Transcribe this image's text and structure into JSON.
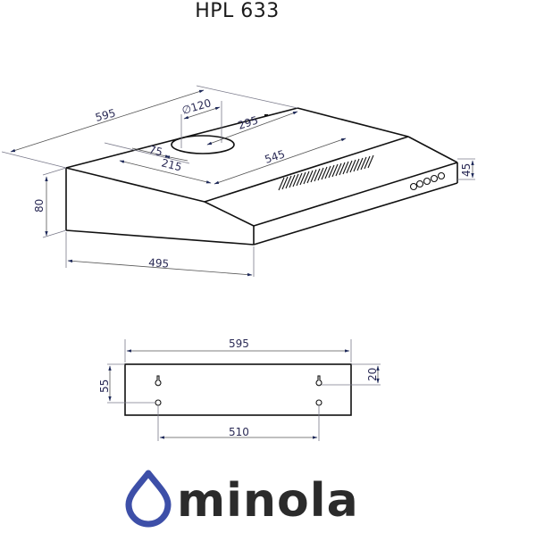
{
  "title": "HPL 633",
  "colors": {
    "outline": "#111111",
    "dimension_line": "#7a7a8a",
    "dimension_arrow": "#1f2a5a",
    "dimension_text": "#2a2a55",
    "logo_drop": "#3d4fa8",
    "logo_text": "#2b2b2b"
  },
  "isometric_view": {
    "dimensions": {
      "total_width": "595",
      "duct_diameter": "∅120",
      "duct_offset_side": "295",
      "duct_offset_back": "75",
      "duct_offset_front": "215",
      "front_panel_width": "545",
      "depth": "495",
      "height_back": "80",
      "height_front": "45"
    }
  },
  "back_view": {
    "dimensions": {
      "total_width": "595",
      "mount_height": "55",
      "keyhole_offset": "20",
      "mount_spacing": "510"
    }
  },
  "logo": {
    "text": "minola",
    "icon": "water-drop-icon"
  }
}
